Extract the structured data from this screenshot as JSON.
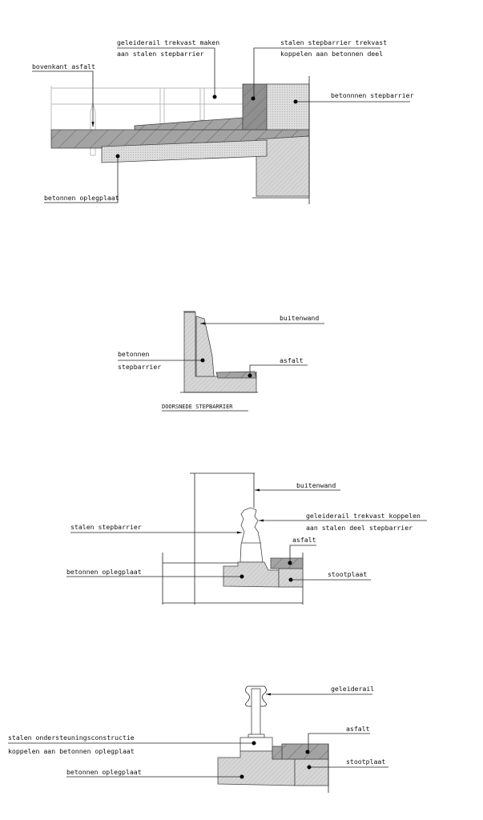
{
  "section_top": {
    "label_geleiderail": [
      "geleiderail trekvast maken",
      "aan stalen stepbarrier"
    ],
    "label_stalen": [
      "stalen stepbarrier trekvast",
      "koppelen aan betonnen deel"
    ],
    "label_bovenkant": "bovenkant asfalt",
    "label_betonnen_stepbarrier": "betonnnen stepbarrier",
    "label_oplegplaat": "betonnen oplegplaat"
  },
  "section_doorsnede": {
    "label_buitenwand": "buitenwand",
    "label_betonnen_stepbarrier": [
      "betonnen",
      "stepbarrier"
    ],
    "label_asfalt": "asfalt",
    "caption": "DOORSNEDE STEPBARRIER"
  },
  "section_steel": {
    "label_buitenwand": "buitenwand",
    "label_geleiderail": [
      "geleiderail trekvast koppelen",
      "aan stalen deel stepbarrier"
    ],
    "label_stalen_stepbarrier": "stalen stepbarrier",
    "label_asfalt": "asfalt",
    "label_oplegplaat": "betonnen oplegplaat",
    "label_stootplaat": "stootplaat"
  },
  "section_support": {
    "label_geleiderail": "geleiderail",
    "label_ondersteuning": [
      "stalen ondersteuningsconstructie",
      "koppelen aan betonnen oplegplaat"
    ],
    "label_asfalt": "asfalt",
    "label_stootplaat": "stootplaat",
    "label_oplegplaat": "betonnen oplegplaat"
  }
}
